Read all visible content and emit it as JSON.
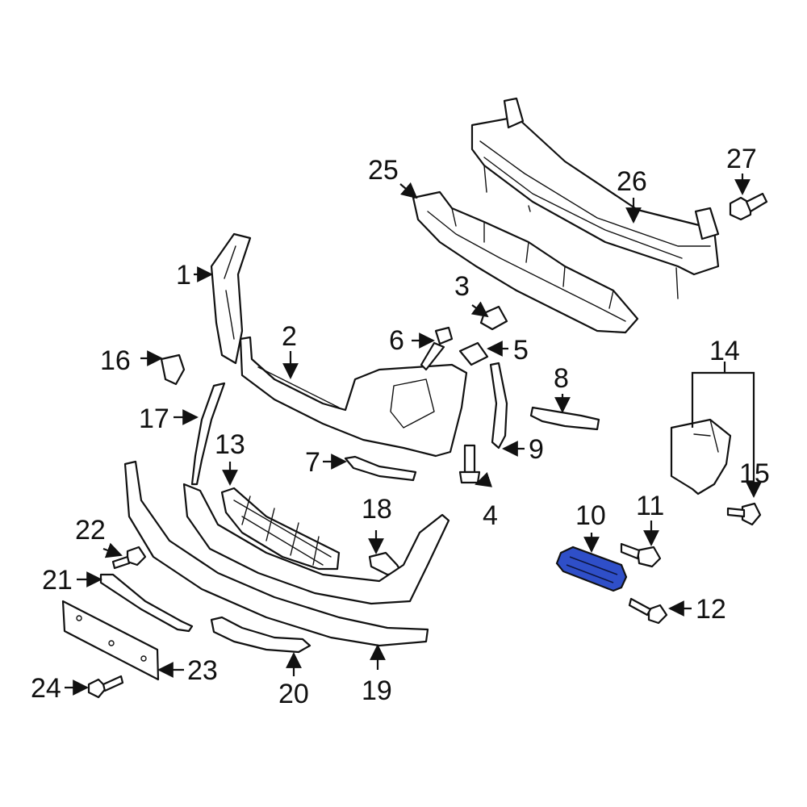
{
  "diagram": {
    "highlight_color": "#2f4fc8",
    "callouts": [
      {
        "id": "1",
        "text": "1"
      },
      {
        "id": "2",
        "text": "2"
      },
      {
        "id": "3",
        "text": "3"
      },
      {
        "id": "4",
        "text": "4"
      },
      {
        "id": "5",
        "text": "5"
      },
      {
        "id": "6",
        "text": "6"
      },
      {
        "id": "7",
        "text": "7"
      },
      {
        "id": "8",
        "text": "8"
      },
      {
        "id": "9",
        "text": "9"
      },
      {
        "id": "10",
        "text": "10"
      },
      {
        "id": "11",
        "text": "11"
      },
      {
        "id": "12",
        "text": "12"
      },
      {
        "id": "13",
        "text": "13"
      },
      {
        "id": "14",
        "text": "14"
      },
      {
        "id": "15",
        "text": "15"
      },
      {
        "id": "16",
        "text": "16"
      },
      {
        "id": "17",
        "text": "17"
      },
      {
        "id": "18",
        "text": "18"
      },
      {
        "id": "19",
        "text": "19"
      },
      {
        "id": "20",
        "text": "20"
      },
      {
        "id": "21",
        "text": "21"
      },
      {
        "id": "22",
        "text": "22"
      },
      {
        "id": "23",
        "text": "23"
      },
      {
        "id": "24",
        "text": "24"
      },
      {
        "id": "25",
        "text": "25"
      },
      {
        "id": "26",
        "text": "26"
      },
      {
        "id": "27",
        "text": "27"
      }
    ]
  }
}
